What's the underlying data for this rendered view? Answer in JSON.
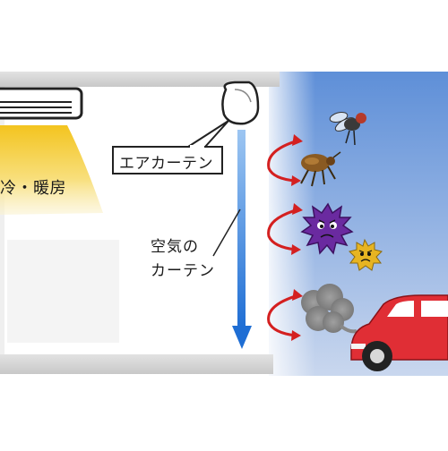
{
  "labels": {
    "aircon": "冷・暖房",
    "air_curtain_unit": "エアカーテン",
    "air_curtain_line1": "空気の",
    "air_curtain_line2": "カーテン"
  },
  "icons": [
    "air-conditioner-icon",
    "air-curtain-unit-icon",
    "fly-icon",
    "tick-icon",
    "germ-icon",
    "angry-germ-icon",
    "exhaust-smoke-icon",
    "car-icon",
    "deflect-arrow-icon",
    "airflow-arrow-icon"
  ],
  "colors": {
    "outside_gradient_top": "#5e8fd8",
    "outside_gradient_bottom": "#c9d7ee",
    "warm_air": "#f3c41f",
    "airflow_arrow": "#2f7fe0",
    "deflect_arrow": "#d42020",
    "car_body": "#e02e35",
    "germ": "#6a2aa0",
    "smog": "#8a8a8a"
  }
}
